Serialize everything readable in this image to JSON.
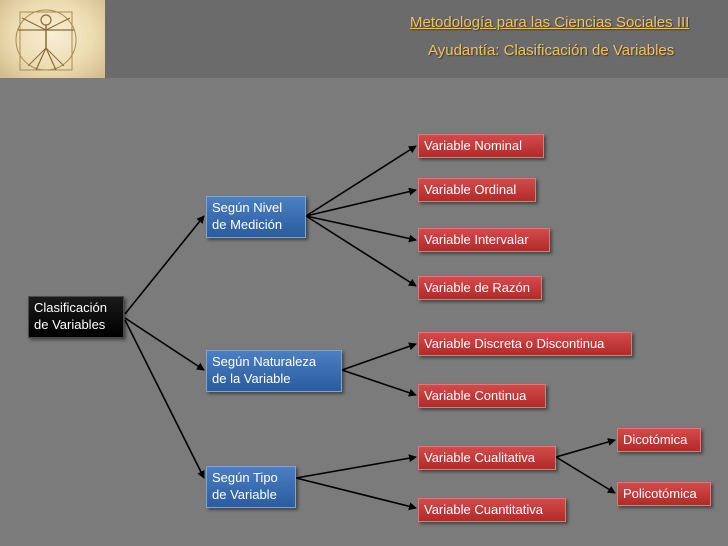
{
  "header": {
    "title": "Metodología para las Ciencias Sociales III",
    "subtitle": "Ayudantía: Clasificación de Variables"
  },
  "diagram": {
    "root": {
      "line1": "Clasificación",
      "line2": "de Variables"
    },
    "level1": [
      {
        "line1": "Según Nivel",
        "line2": "de Medición"
      },
      {
        "line1": "Según Naturaleza",
        "line2": "de la Variable"
      },
      {
        "line1": "Según Tipo",
        "line2": "de Variable"
      }
    ],
    "level2": [
      "Variable Nominal",
      "Variable Ordinal",
      "Variable Intervalar",
      "Variable de Razón",
      "Variable Discreta o Discontinua",
      "Variable Continua",
      "Variable Cualitativa",
      "Variable Cuantitativa"
    ],
    "level3": [
      "Dicotómica",
      "Policotómica"
    ]
  },
  "colors": {
    "root": "#000000",
    "level1": "#2f66aa",
    "level2": "#c0392b",
    "title": "#f3c15a",
    "background": "#7b7b7b"
  }
}
